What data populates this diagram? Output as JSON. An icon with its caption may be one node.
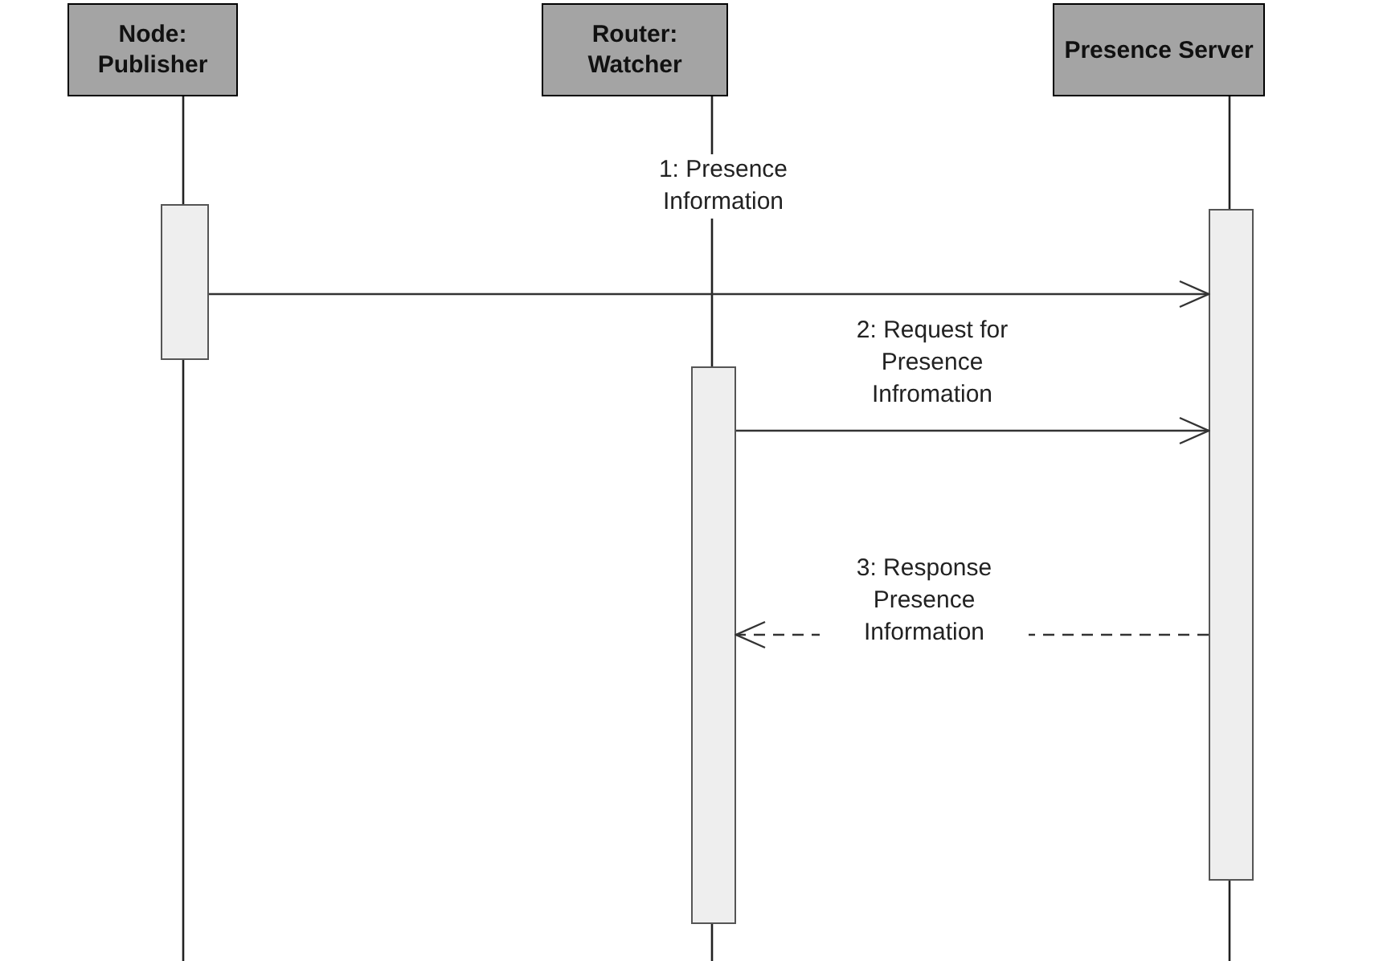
{
  "diagram": {
    "nodes": [
      {
        "text": [
          "Node: Publisher"
        ]
      },
      {
        "text": [
          "Router: Watcher"
        ]
      },
      {
        "text": [
          "Presence Server"
        ]
      },
      {
        "text": [],
        "shape": "bar"
      },
      {
        "text": [],
        "shape": "bar"
      },
      {
        "text": [],
        "shape": "bar"
      }
    ],
    "edges": [
      {
        "from": 3,
        "to": 5,
        "arrow": "to",
        "label": "1: Presence Information"
      },
      {
        "from": 4,
        "to": 5,
        "arrow": "to",
        "label": "2: Request for Presence Infromation"
      },
      {
        "from": 5,
        "to": 4,
        "arrow": "to",
        "label": "3: Response Presence Information",
        "style": "dashed"
      }
    ]
  }
}
